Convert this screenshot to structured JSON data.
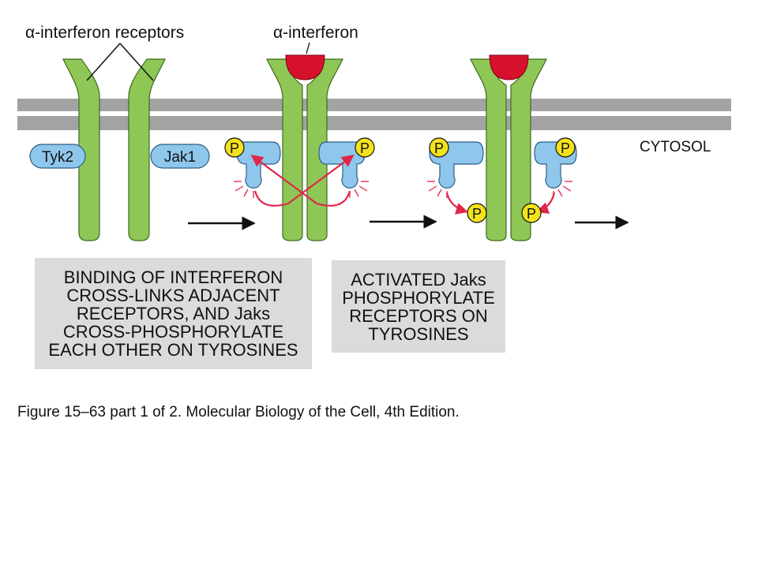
{
  "labels": {
    "receptors": "α-interferon receptors",
    "ligand": "α-interferon",
    "cytosol": "CYTOSOL",
    "tyk2": "Tyk2",
    "jak1": "Jak1",
    "phosphate": "P"
  },
  "captions": {
    "step1": [
      "BINDING OF INTERFERON",
      "CROSS-LINKS ADJACENT",
      "RECEPTORS, AND Jaks",
      "CROSS-PHOSPHORYLATE",
      "EACH OTHER ON TYROSINES"
    ],
    "step2": [
      "ACTIVATED Jaks",
      "PHOSPHORYLATE",
      "RECEPTORS ON",
      "TYROSINES"
    ]
  },
  "figure_caption": "Figure 15–63 part 1 of 2. Molecular Biology of the Cell, 4th Edition.",
  "colors": {
    "receptor": "#8fc757",
    "receptor_stroke": "#3d6a1e",
    "membrane": "#a3a3a3",
    "jak": "#8fc6ec",
    "phosphate": "#f4e31c",
    "interferon": "#d6112c",
    "arrow_red": "#e0264a",
    "caption_bg": "#d9dcd8"
  }
}
